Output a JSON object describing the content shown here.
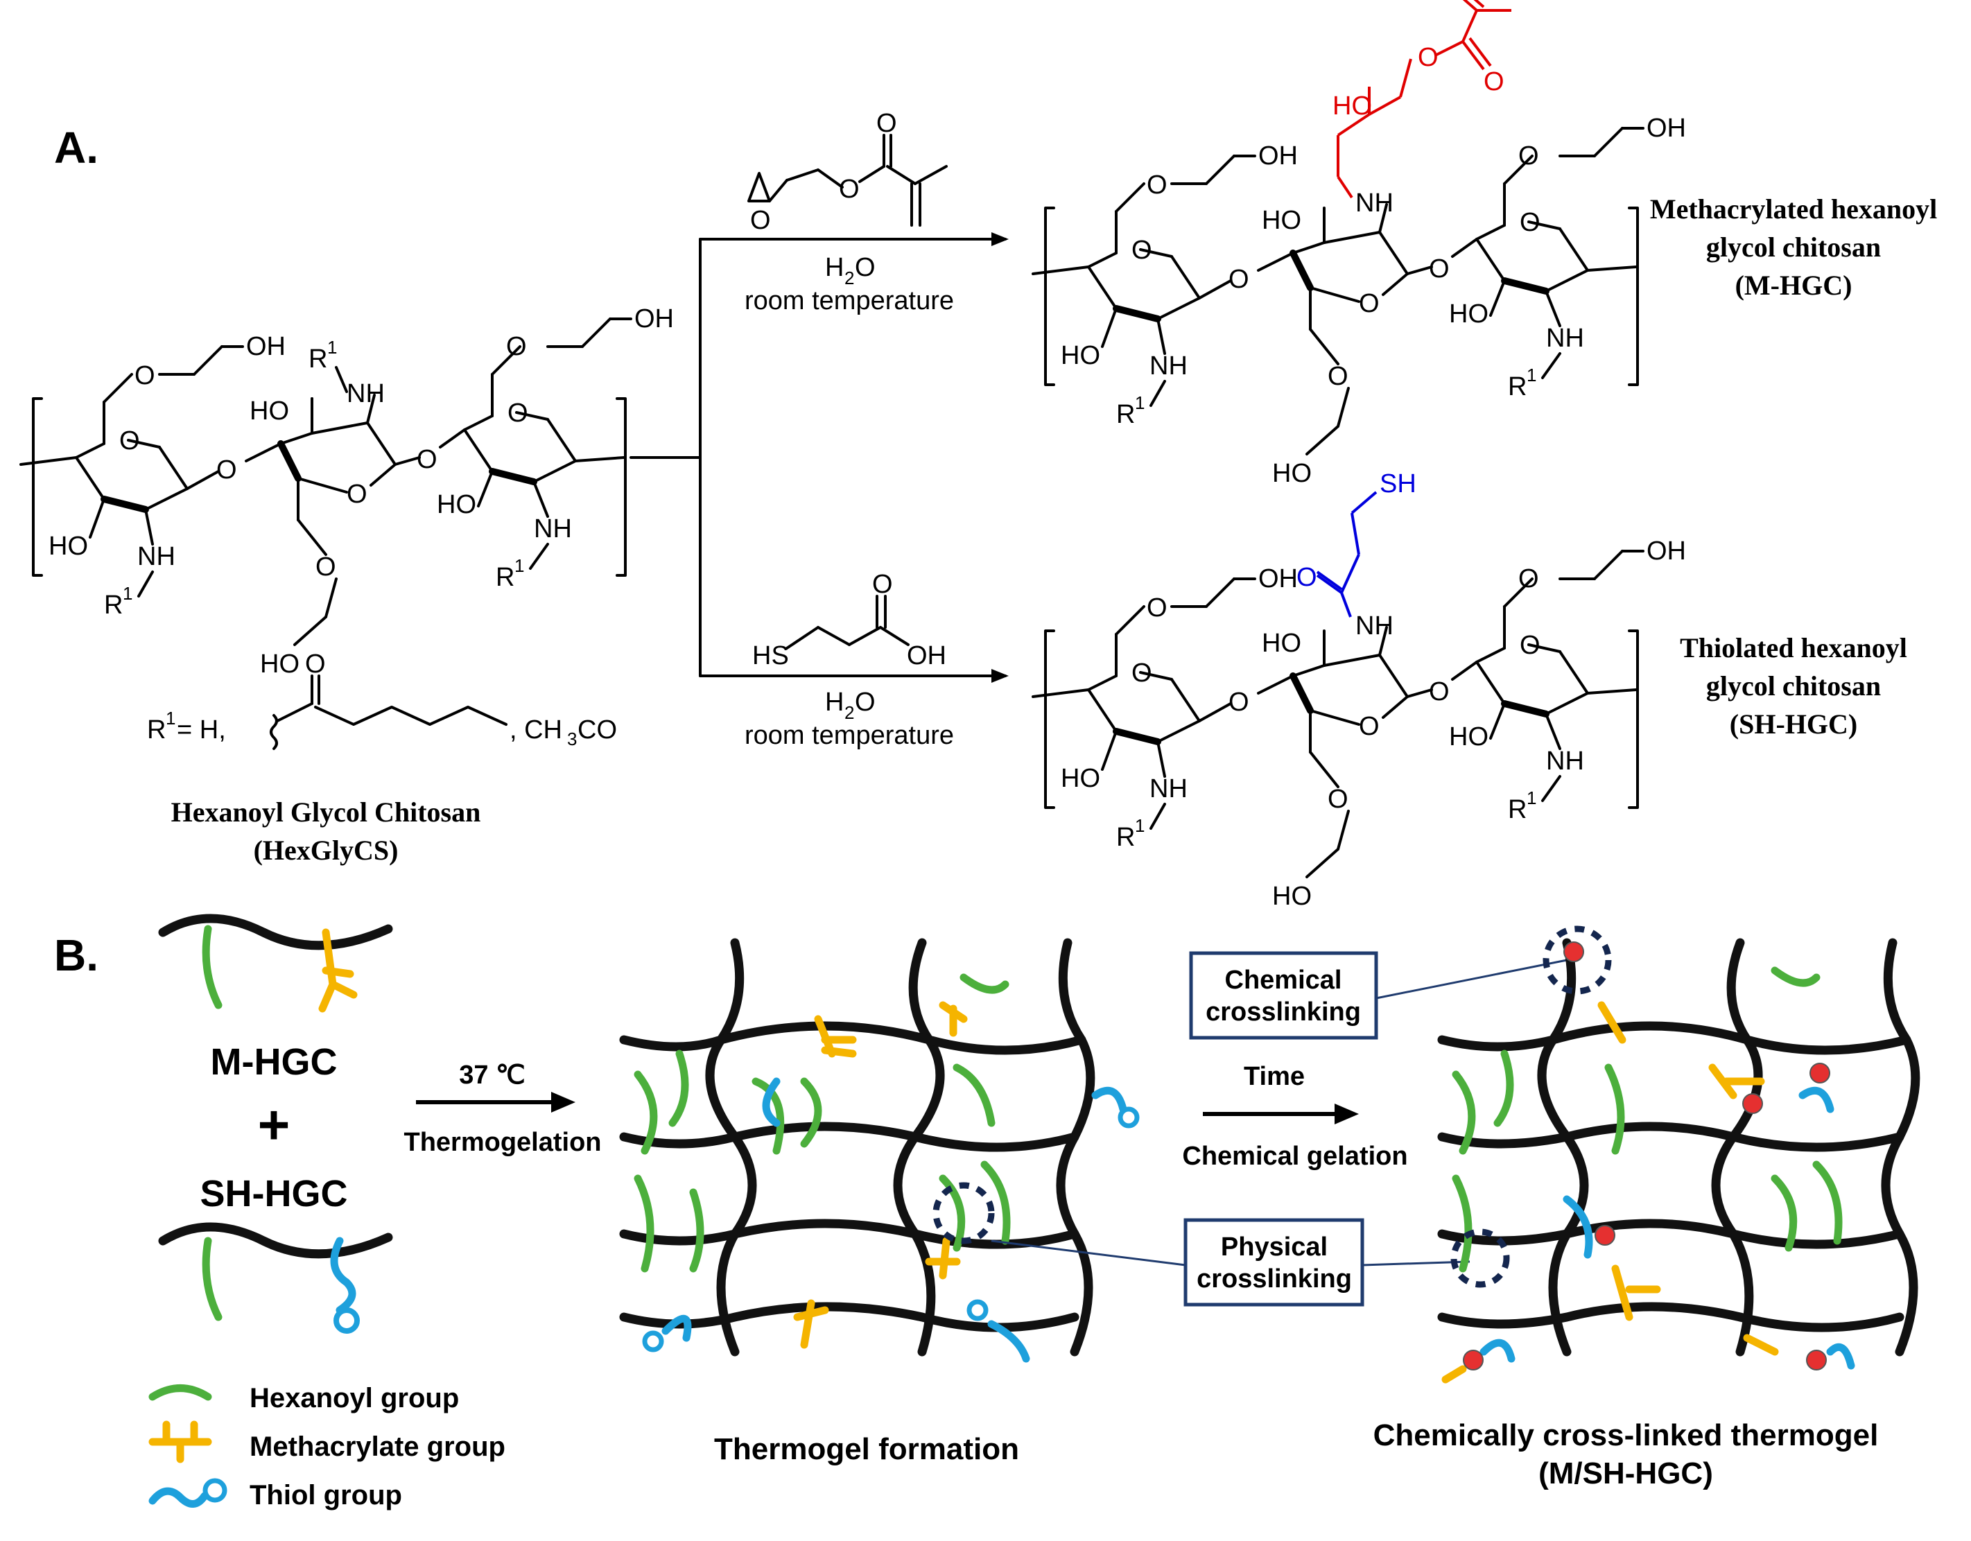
{
  "panel_a": {
    "label": "A.",
    "start_material": {
      "name": "Hexanoyl Glycol Chitosan",
      "abbr": "(HexGlyCS)",
      "r1_prefix": "R",
      "r1_def_a": " =  H,",
      "r1_def_b": ", CH",
      "r1_def_c": "CO"
    },
    "reaction_top": {
      "conditions_line1": "H",
      "conditions_line1_sub": "2",
      "conditions_line1_end": "O",
      "conditions_line2": "room temperature",
      "product_line1": "Methacrylated hexanoyl",
      "product_line2": "glycol chitosan",
      "product_line3": "(M-HGC)"
    },
    "reaction_bottom": {
      "reagent_hs": "HS",
      "reagent_oh": "OH",
      "conditions_line1": "H",
      "conditions_line1_sub": "2",
      "conditions_line1_end": "O",
      "conditions_line2": "room temperature",
      "product_line1": "Thiolated hexanoyl",
      "product_line2": "glycol chitosan",
      "product_line3": "(SH-HGC)"
    },
    "atoms": {
      "OH": "OH",
      "HO": "HO",
      "O": "O",
      "NH": "NH",
      "R": "R",
      "sup1": "1",
      "SH": "SH"
    }
  },
  "panel_b": {
    "label": "B.",
    "m_hgc": "M-HGC",
    "plus": "+",
    "sh_hgc": "SH-HGC",
    "step1_top": "37 ℃",
    "step1_bottom": "Thermogelation",
    "step2_top": "Time",
    "step2_bottom": "Chemical gelation",
    "thermogel_caption": "Thermogel formation",
    "final_caption_line1": "Chemically cross-linked thermogel",
    "final_caption_line2": "(M/SH-HGC)",
    "callout_chemical_line1": "Chemical",
    "callout_chemical_line2": "crosslinking",
    "callout_physical_line1": "Physical",
    "callout_physical_line2": "crosslinking",
    "legend": [
      {
        "label": "Hexanoyl group",
        "color": "#4caf3c"
      },
      {
        "label": "Methacrylate group",
        "color": "#f5b400"
      },
      {
        "label": "Thiol group",
        "color": "#1ea0dc"
      }
    ]
  }
}
